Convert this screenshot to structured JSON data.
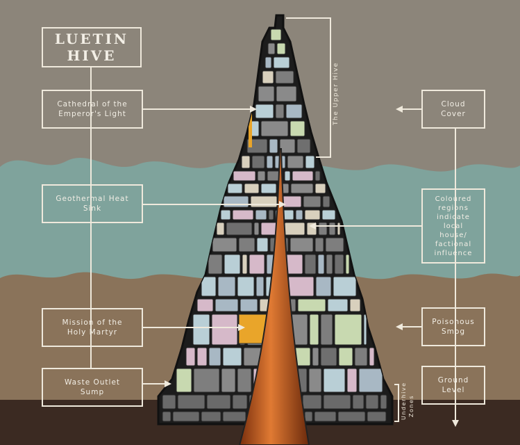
{
  "title": {
    "line1": "LUETIN",
    "line2": "HIVE"
  },
  "left_labels": {
    "cathedral": {
      "line1": "Cathedral of the",
      "line2": "Emperor's Light"
    },
    "geothermal": {
      "line1": "Geothermal Heat",
      "line2": "Sink"
    },
    "mission": {
      "line1": "Mission of the",
      "line2": "Holy Martyr"
    },
    "waste": {
      "line1": "Waste Outlet",
      "line2": "Sump"
    }
  },
  "right_labels": {
    "cloud": {
      "line1": "Cloud",
      "line2": "Cover"
    },
    "coloured": {
      "lines": [
        "Coloured",
        "regions",
        "indicate",
        "local",
        "house/",
        "factional",
        "influence"
      ]
    },
    "smog": {
      "line1": "Poisonous",
      "line2": "Smog"
    },
    "ground": {
      "line1": "Ground",
      "line2": "Level"
    }
  },
  "vertical_labels": {
    "upper_hive": "The Upper Hive",
    "underhive_line1": "Underhive",
    "underhive_line2": "Zones"
  },
  "colors": {
    "sky": "#8c857a",
    "cloud": "#7fa39c",
    "smog": "#8a735a",
    "ground": "#3b2a22",
    "hive_frame": "#1c1c1c",
    "cell": "#7e7e7e",
    "core": "#b4531e",
    "mission": "#e9a52a",
    "label": "#efe9dc"
  }
}
